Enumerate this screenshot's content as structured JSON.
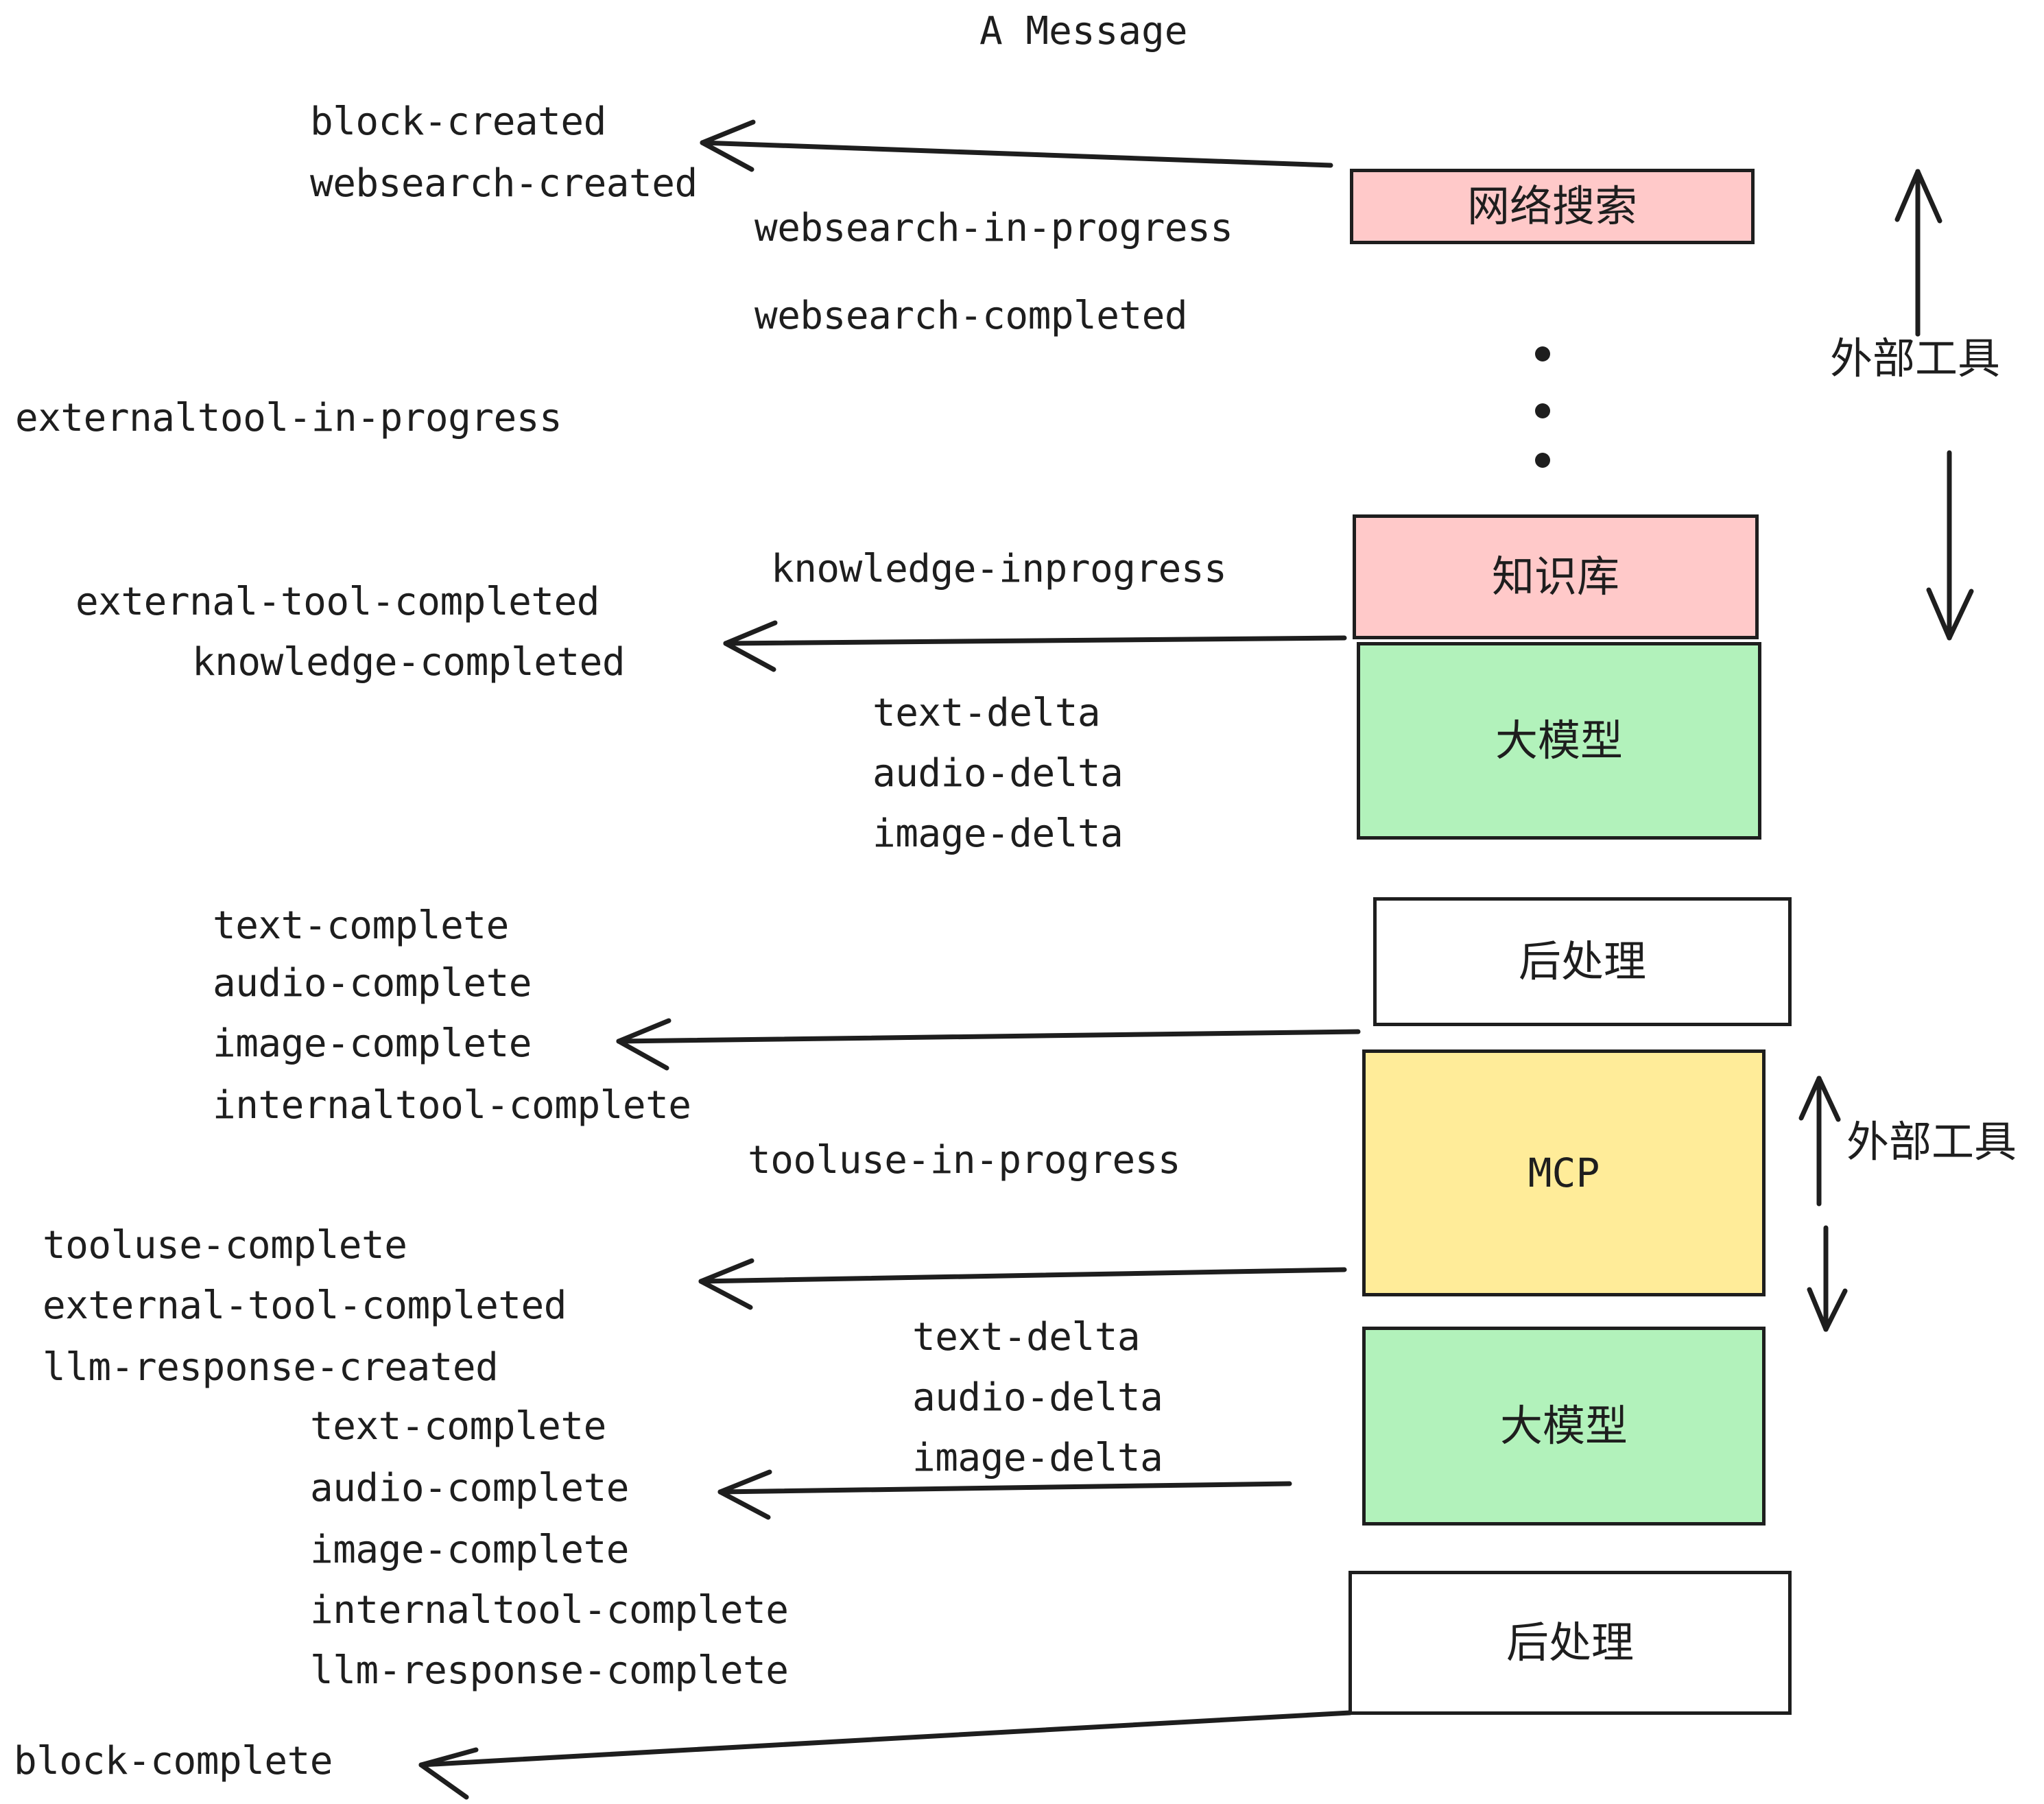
{
  "title": "A Message",
  "colors": {
    "stroke": "#1e1e1e",
    "pink": "#ffc9c9",
    "green": "#b2f2bb",
    "yellow": "#ffec99",
    "white": "#ffffff",
    "text": "#1e1e1e"
  },
  "nodes": [
    {
      "id": "websearch",
      "label": "网络搜索",
      "fill": "pink",
      "script": "cjk"
    },
    {
      "id": "knowledge",
      "label": "知识库",
      "fill": "pink",
      "script": "cjk"
    },
    {
      "id": "llm-1",
      "label": "大模型",
      "fill": "green",
      "script": "cjk"
    },
    {
      "id": "post-1",
      "label": "后处理",
      "fill": "white",
      "script": "cjk"
    },
    {
      "id": "mcp",
      "label": "MCP",
      "fill": "yellow",
      "script": "latin"
    },
    {
      "id": "llm-2",
      "label": "大模型",
      "fill": "green",
      "script": "cjk"
    },
    {
      "id": "post-2",
      "label": "后处理",
      "fill": "white",
      "script": "cjk"
    }
  ],
  "side_notes": [
    {
      "id": "external-tools-top",
      "label": "外部工具"
    },
    {
      "id": "external-tools-bottom",
      "label": "外部工具"
    }
  ],
  "events": {
    "block_created": "block-created",
    "websearch_created": "websearch-created",
    "websearch_in_progress": "websearch-in-progress",
    "websearch_completed": "websearch-completed",
    "externaltool_in_progress": "externaltool-in-progress",
    "knowledge_inprogress": "knowledge-inprogress",
    "external_tool_completed_1": "external-tool-completed",
    "knowledge_completed": "knowledge-completed",
    "text_delta_1": "text-delta",
    "audio_delta_1": "audio-delta",
    "image_delta_1": "image-delta",
    "text_complete_1": "text-complete",
    "audio_complete_1": "audio-complete",
    "image_complete_1": "image-complete",
    "internaltool_complete_1": "internaltool-complete",
    "tooluse_in_progress": "tooluse-in-progress",
    "tooluse_complete": "tooluse-complete",
    "external_tool_completed_2": "external-tool-completed",
    "llm_response_created": "llm-response-created",
    "text_delta_2": "text-delta",
    "audio_delta_2": "audio-delta",
    "image_delta_2": "image-delta",
    "text_complete_2": "text-complete",
    "audio_complete_2": "audio-complete",
    "image_complete_2": "image-complete",
    "internaltool_complete_2": "internaltool-complete",
    "llm_response_complete": "llm-response-complete",
    "block_complete": "block-complete"
  }
}
